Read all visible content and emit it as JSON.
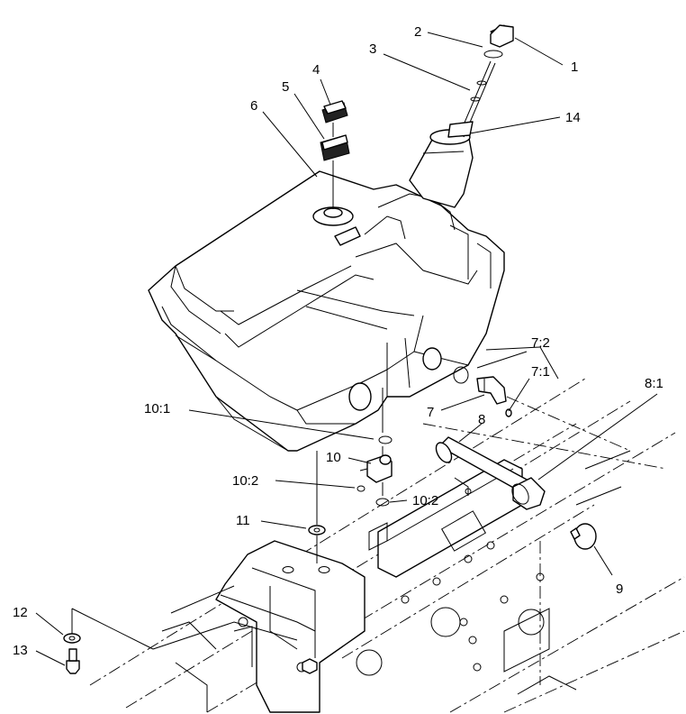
{
  "callouts": {
    "c1": "1",
    "c2": "2",
    "c3": "3",
    "c4": "4",
    "c5": "5",
    "c6": "6",
    "c7": "7",
    "c7_1": "7:1",
    "c7_2": "7:2",
    "c8": "8",
    "c8_1": "8:1",
    "c9": "9",
    "c10": "10",
    "c10_1": "10:1",
    "c10_2a": "10:2",
    "c10_2b": "10:2",
    "c11": "11",
    "c12": "12",
    "c13": "13",
    "c14": "14"
  }
}
